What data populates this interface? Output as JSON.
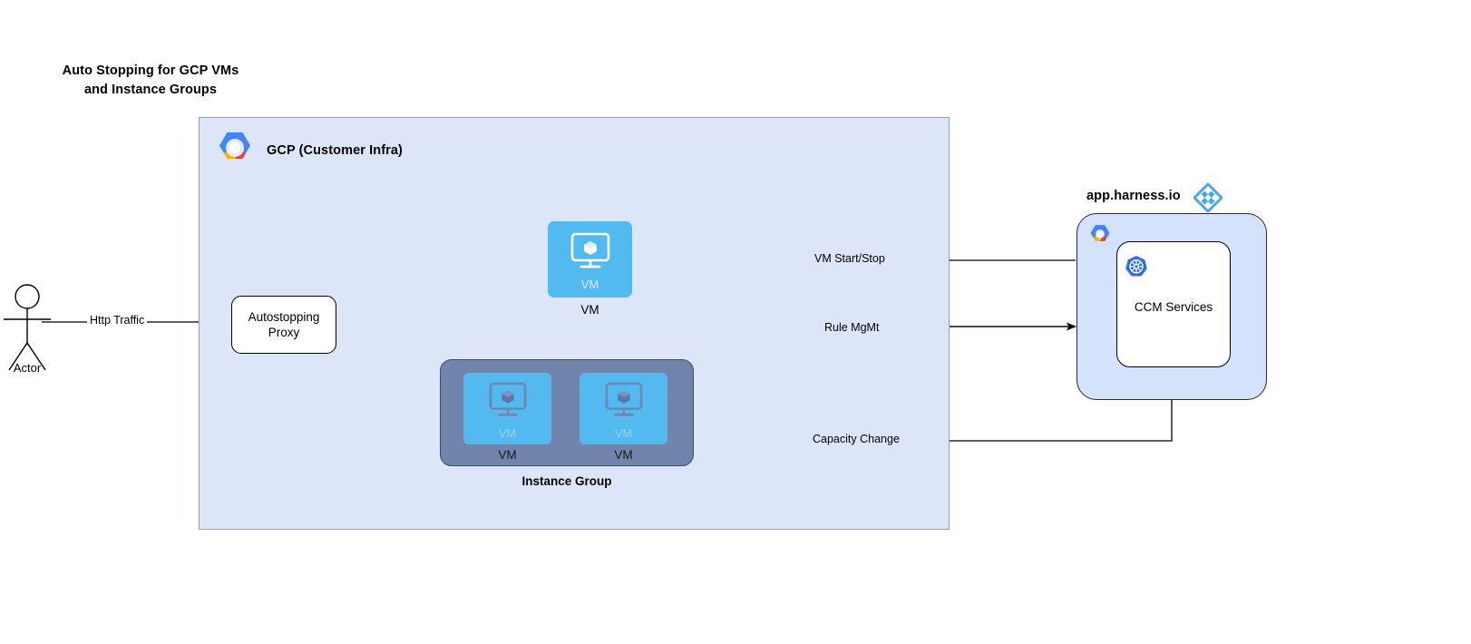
{
  "title": "Auto Stopping for GCP VMs\nand Instance Groups",
  "actor": {
    "label": "Actor",
    "icon": "actor-stick-figure-icon"
  },
  "gcp": {
    "label": "GCP (Customer Infra)",
    "icon": "gcp-hexagon-logo",
    "fill": "#dde6f8",
    "border": "#8ba3c7"
  },
  "proxy": {
    "label": "Autostopping\nProxy"
  },
  "vm_standalone": {
    "inner_label": "VM",
    "caption": "VM",
    "icon": "vm-monitor-cube-icon",
    "fill": "#53baf0"
  },
  "instance_group": {
    "caption": "Instance Group",
    "fill": "#7084ac",
    "vms": [
      {
        "inner_label": "VM",
        "caption": "VM",
        "icon": "vm-monitor-cube-icon"
      },
      {
        "inner_label": "VM",
        "caption": "VM",
        "icon": "vm-monitor-cube-icon"
      }
    ]
  },
  "harness": {
    "label": "app.harness.io",
    "icon": "harness-diamond-logo",
    "panel_icon": "gcp-hexagon-logo",
    "fill": "#d4e2fb",
    "accent": "#4ba7e8",
    "service": {
      "label": "CCM Services",
      "icon": "kubernetes-helm-icon"
    }
  },
  "edges": [
    {
      "name": "http-traffic",
      "label": "Http Traffic",
      "from": "actor",
      "to": "proxy"
    },
    {
      "name": "vm-start-stop",
      "label": "VM Start/Stop",
      "from": "harness",
      "to": "vm-standalone"
    },
    {
      "name": "rule-mgmt",
      "label": "Rule MgMt",
      "from": "harness",
      "to": "proxy"
    },
    {
      "name": "capacity-change",
      "label": "Capacity Change",
      "from": "harness",
      "to": "instance-group"
    }
  ]
}
